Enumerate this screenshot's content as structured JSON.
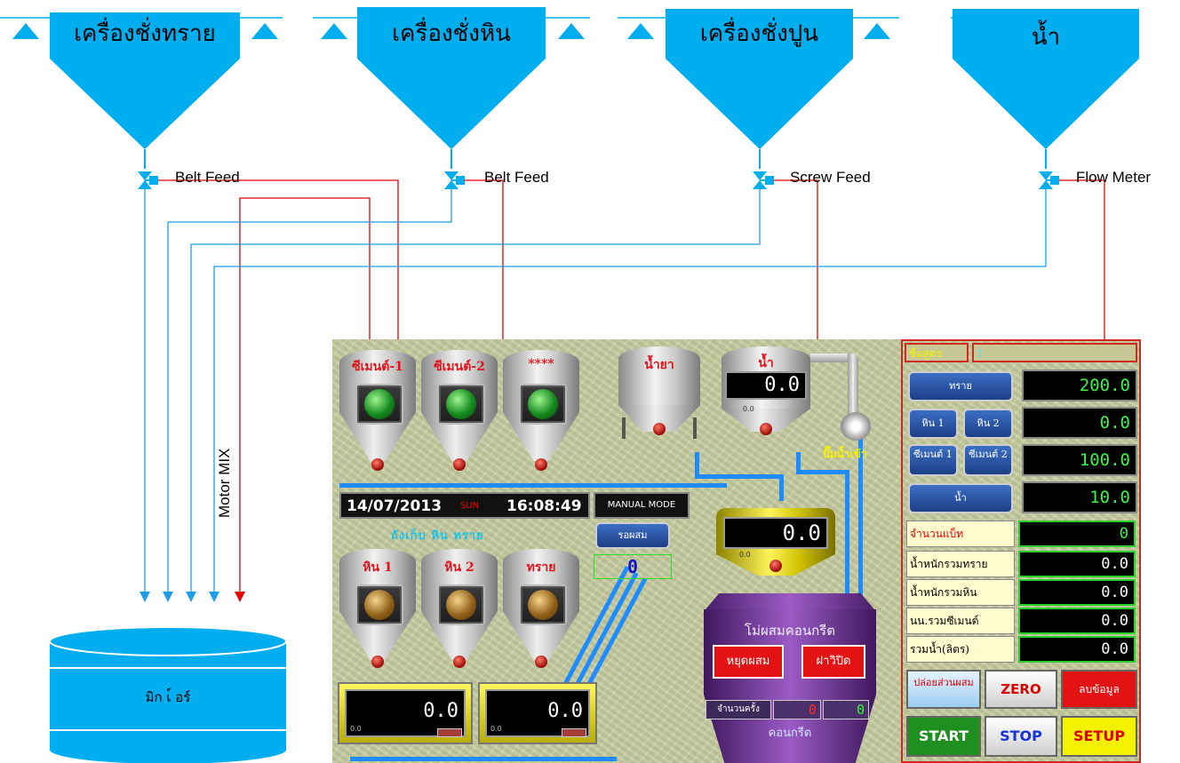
{
  "hoppers": [
    {
      "title": "เครื่องชั่งทราย",
      "feed": "Belt Feed"
    },
    {
      "title": "เครื่องชั่งหิน",
      "feed": "Belt Feed"
    },
    {
      "title": "เครื่องชั่งปูน",
      "feed": "Screw Feed"
    },
    {
      "title": "น้ำ",
      "feed": "Flow Meter"
    }
  ],
  "motor_label": "Motor MIX",
  "mixer_label": "มิก เ์ อร์",
  "colors": {
    "hopper": "#00adef",
    "signal": "#e50000",
    "data": "#1f9de8"
  },
  "hmi": {
    "top_silos": [
      "ซีเมนต์-1",
      "ซีเมนต์-2",
      "****"
    ],
    "tank1_label": "น้ำยา",
    "tank2_label": "น้ำ",
    "tank2_value": "0.0",
    "tank2_small": "0.0",
    "pump_label": "ปั๊มน้ำเข้า",
    "date": "14/07/2013",
    "day": "SUN",
    "time": "16:08:49",
    "mode": "MANUAL MODE",
    "bins_caption": "ถังเก็บ หิน ทราย",
    "wait_button": "รอผสม",
    "wait_value": "0",
    "bottom_silos": [
      "หิน 1",
      "หิน 2",
      "ทราย"
    ],
    "scale_value": "0.0",
    "scale_small": "0.0",
    "mixer_title": "โม่ผสมคอนกรีต",
    "stop_mix": "หยุดผสม",
    "lid": "ฝาวิปิด",
    "count_label": "จำนวนครั้ง",
    "count_value1": "0",
    "count_value2": "0",
    "concrete": "คอนกรีต",
    "weigh1_value": "0.0",
    "weigh1_small": "0.0",
    "weigh2_value": "0.0",
    "weigh2_small": "0.0",
    "recipe_label": "ชื่อสูตร",
    "recipe_value": "1",
    "btn_sand": "ทราย",
    "val_sand": "200.0",
    "btn_stone1": "หิน 1",
    "btn_stone2": "หิน 2",
    "val_stone": "0.0",
    "btn_cement1": "ซีเมนต์ 1",
    "btn_cement2": "ซีเมนต์ 2",
    "val_cement": "100.0",
    "btn_water": "น้ำ",
    "val_water": "10.0",
    "rows": [
      {
        "label": "จำนวนแบ็ท",
        "value": "0"
      },
      {
        "label": "น้ำหนักรวมทราย",
        "value": "0.0"
      },
      {
        "label": "น้ำหนักรวมหิน",
        "value": "0.0"
      },
      {
        "label": "นน.รวมซีเมนต์",
        "value": "0.0"
      },
      {
        "label": "รวมน้ำ(ลิตร)",
        "value": "0.0"
      }
    ],
    "release": "ปล่อยส่วนผสม",
    "zero": "ZERO",
    "clear": "ลบข้อมูล",
    "start": "START",
    "stop": "STOP",
    "setup": "SETUP"
  }
}
